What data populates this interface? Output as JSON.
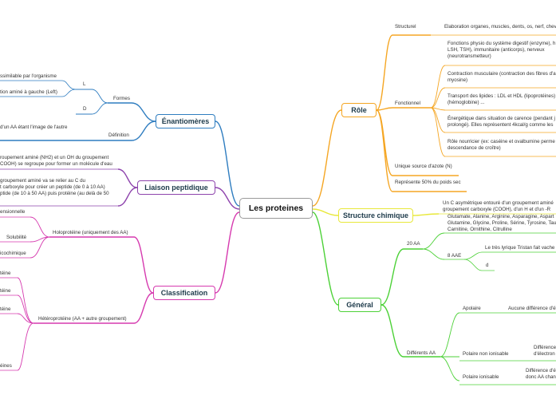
{
  "root": {
    "label": "Les proteines"
  },
  "colors": {
    "role": "#f5a623",
    "structure": "#e8e83a",
    "general": "#4cd137",
    "enantio": "#2f7dc0",
    "liaison": "#8e44ad",
    "classification": "#d63aaf",
    "link_grey": "#b0b0b0"
  },
  "role": {
    "title": "Rôle",
    "structurel": {
      "label": "Structurel",
      "text": "Elaboration organes, muscles, dents, os, nerf, chev"
    },
    "fonctionnel": {
      "label": "Fonctionnel",
      "items": [
        "Fonctions physio du système digestif (enzyme), h\nLSH, TSH), immunitaire (anticorps), nerveux\n(neurotransmetteur)",
        "Contraction musculaire (contraction des fibres d'a\nmyosine)",
        "Transport des lipides : LDL et HDL (lipoprotéines)\n(hémoglobine) ...",
        "Énergétique dans situation de carence (pendant j\nprolongé). Elles représentent 4kcal/g comme les",
        "Rôle nourricier (ex: caséine et ovalbumine perme\ndescendance de croître)"
      ]
    },
    "azote": "Unique source d'azote (N)",
    "poids": "Représente 50% du poids sec"
  },
  "structure": {
    "title": "Structure chimique",
    "text": "Un C asymétrique entouré d'un groupement aminé\ngroupement carboxyle (COOH), d'un H et d'un -R"
  },
  "general": {
    "title": "Général",
    "aa20": {
      "label": "20 AA",
      "text": "Glutamate, Alanine, Arginine, Asparagine, Aspart\nGlutamine, Glycine, Proline, Sérine, Tyrosine, Tau\nCarnitine, Ornithine, Citrulline"
    },
    "aae8": {
      "label": "8 AAE",
      "mnemonic": "Le très lyrique Tristan fait vache",
      "d": "d"
    },
    "differents": {
      "label": "Différents AA",
      "items": [
        {
          "label": "Apolaire",
          "desc": "Aucune différence d'él"
        },
        {
          "label": "Polaire non ionisable",
          "desc": "Différence\nd'électron"
        },
        {
          "label": "Polaire ionisable",
          "desc": "Différence d'é\ndonc AA chan"
        }
      ]
    }
  },
  "enantio": {
    "title": "Énantiomères",
    "formes": {
      "label": "Formes",
      "L": {
        "label": "L",
        "texts": [
          "ssimilable par l'organisme",
          "tion aminé à gauche (Left)"
        ]
      },
      "D": {
        "label": "D"
      }
    },
    "definition": {
      "label": "Définition",
      "text": "d'un AA étant l'image de l'autre"
    }
  },
  "liaison": {
    "title": "Liaison peptidique",
    "texts": [
      "roupement aminé (NH2) et un OH du groupement\nCOOH) se regroupe pour former un molécule d'eau",
      "groupement aminé va se relier au C du\nt carboxyle pour créer un peptide (de 0 à 10 AA)\nptide (de 10 à 50 AA) puis protéine (au delà de 50"
    ]
  },
  "classification": {
    "title": "Classification",
    "holo": {
      "label": "Holoprotéine (uniquement des AA)",
      "items": [
        "ensionnelle",
        "Solubilité",
        "icochimique"
      ]
    },
    "hetero": {
      "label": "Hétéroprotéine (AA + autre groupement)",
      "items": [
        "téine",
        "téine",
        "téine",
        "éines"
      ]
    }
  }
}
